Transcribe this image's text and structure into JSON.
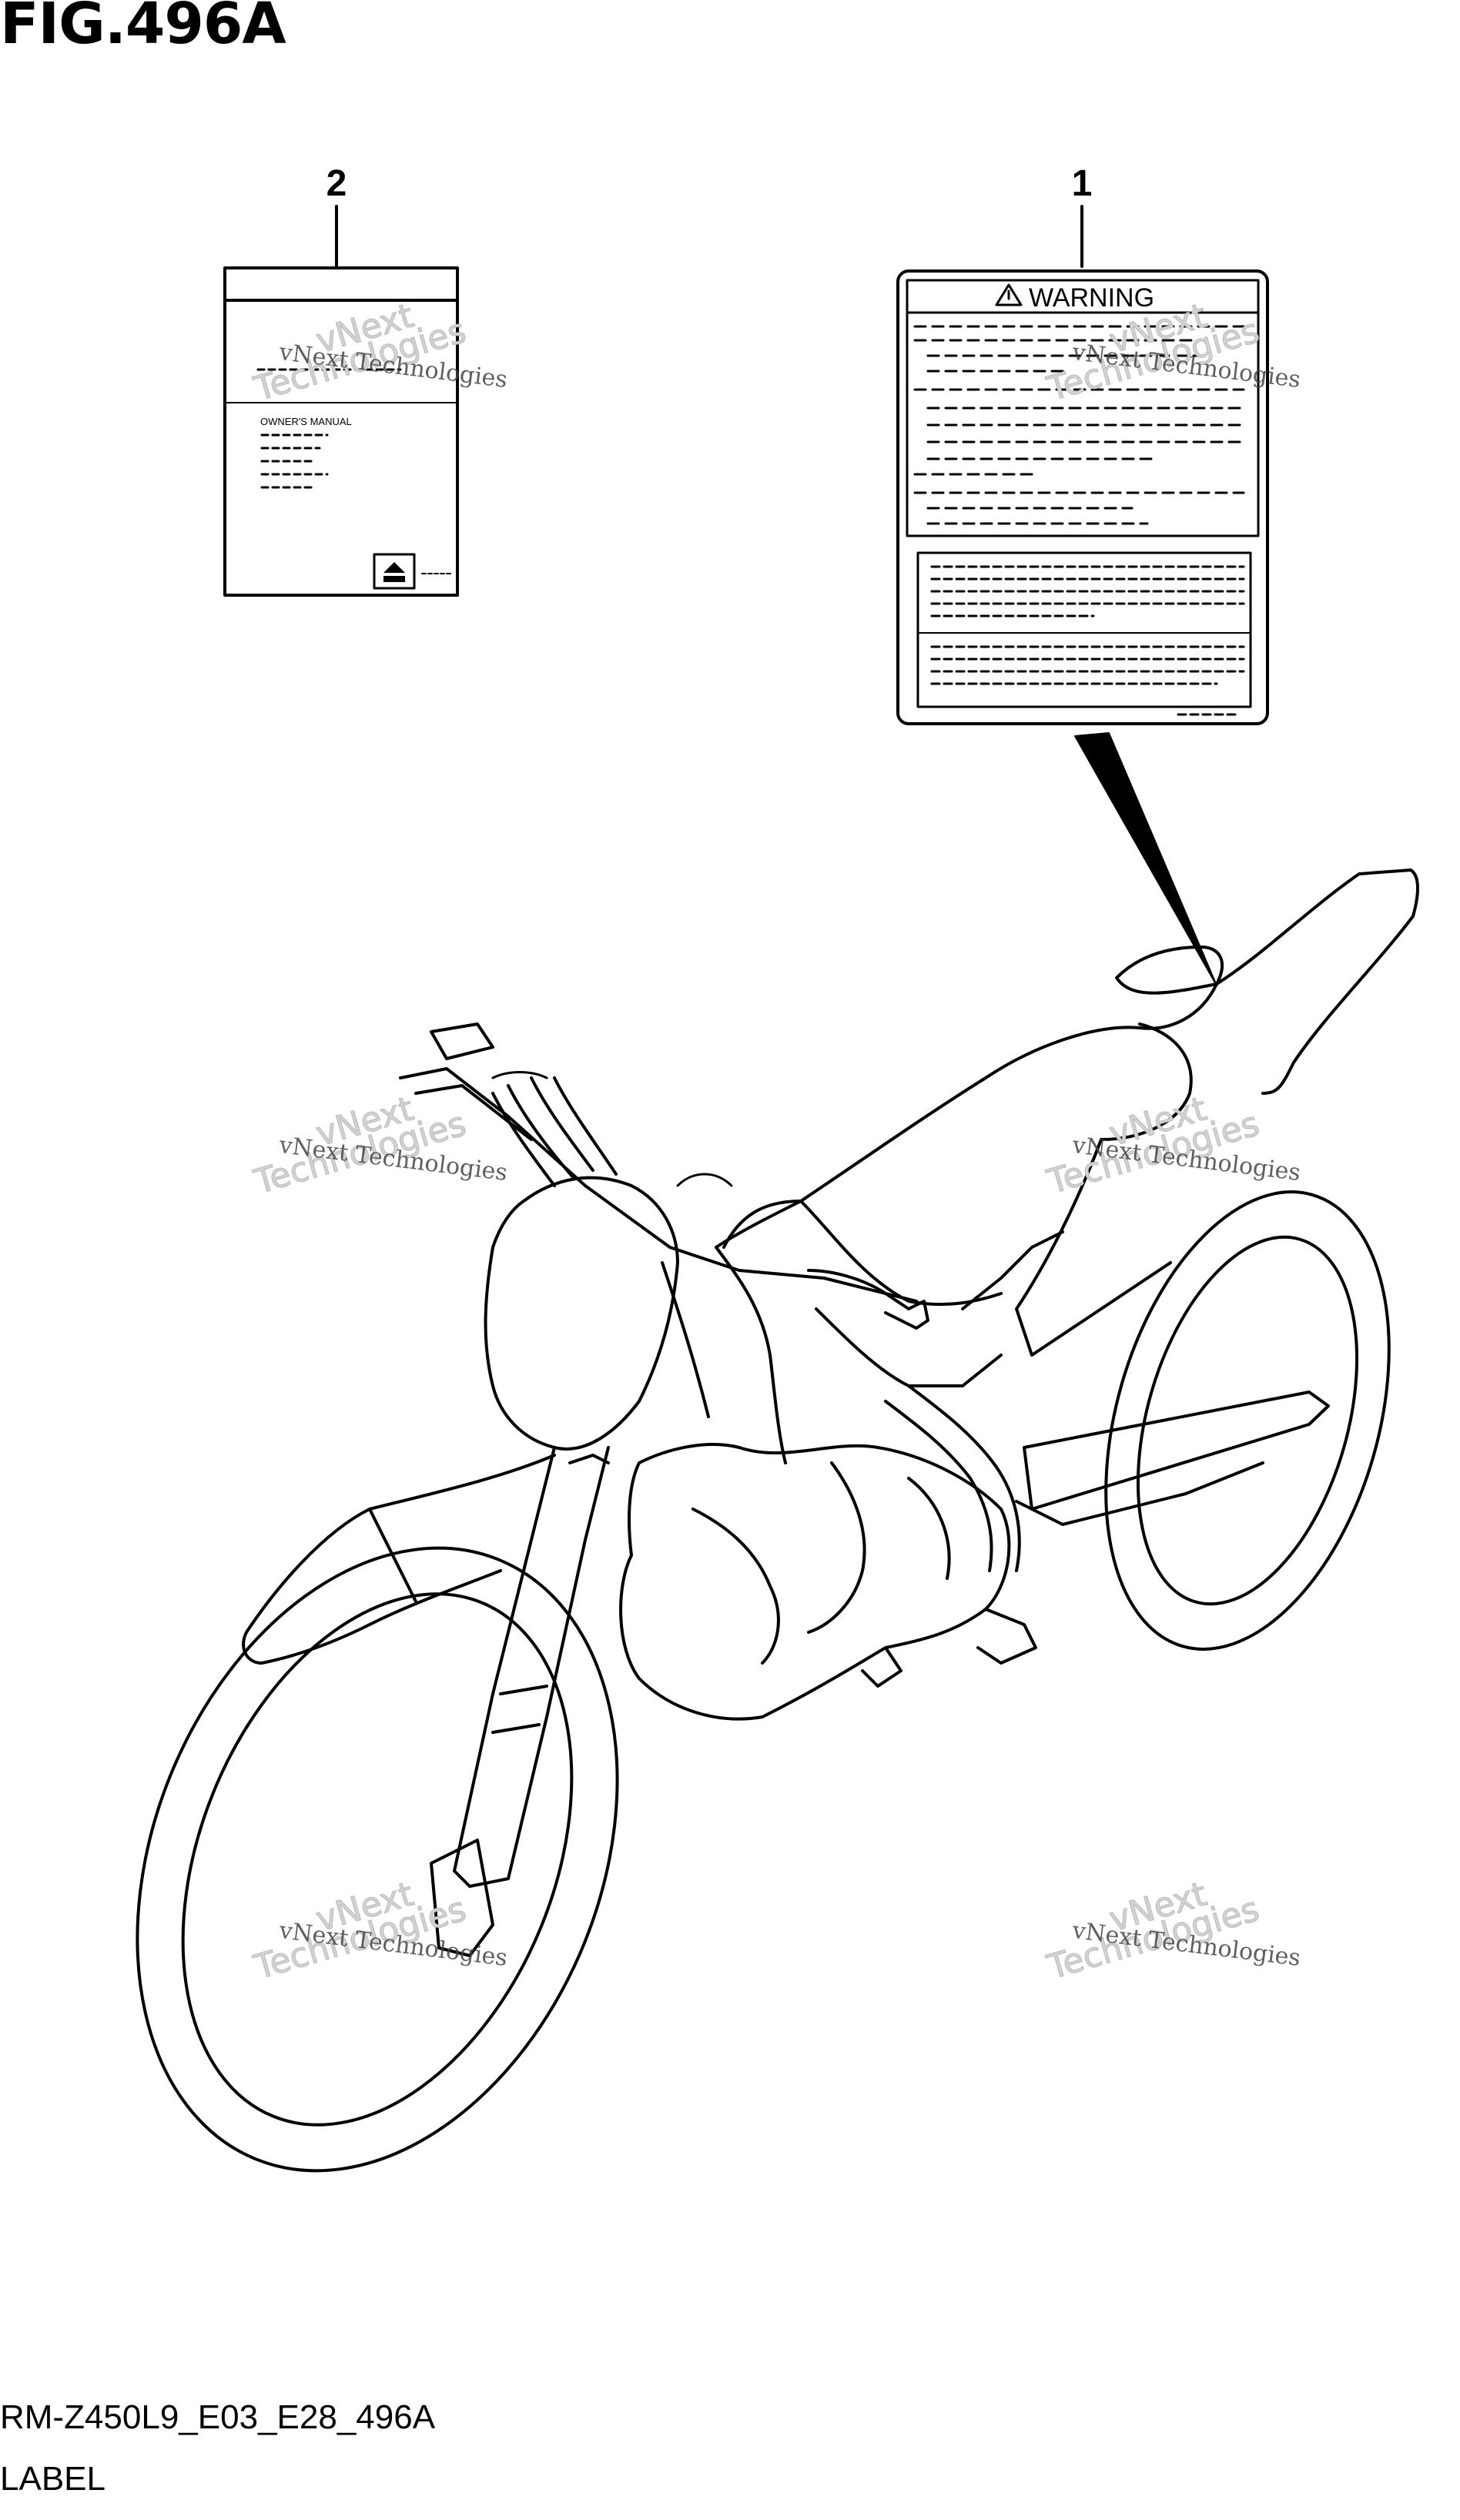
{
  "figure": {
    "title": "FIG.496A",
    "code": "RM-Z450L9_E03_E28_496A",
    "section": "LABEL"
  },
  "callouts": [
    {
      "number": "1"
    },
    {
      "number": "2"
    }
  ],
  "warning_label": {
    "heading": "WARNING"
  },
  "manual": {
    "heading": "OWNER'S MANUAL"
  },
  "watermark": {
    "line1": "vNext Technologies",
    "line2": "vNext",
    "line3": "Technologies"
  },
  "colors": {
    "ink": "#000000",
    "watermark": "#c8c8c8"
  }
}
